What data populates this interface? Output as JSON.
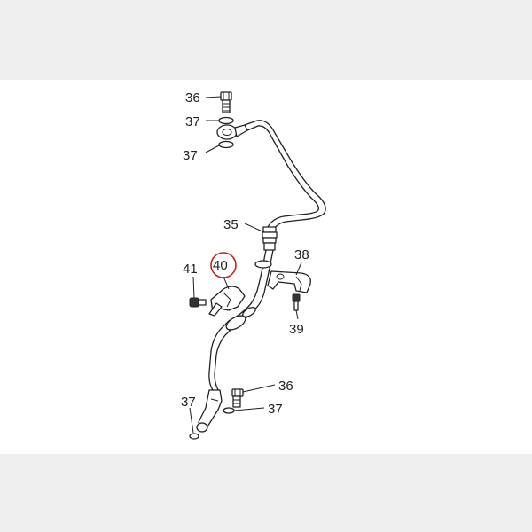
{
  "diagram": {
    "callouts": [
      {
        "id": "c36a",
        "label": "36"
      },
      {
        "id": "c37a",
        "label": "37"
      },
      {
        "id": "c37b",
        "label": "37"
      },
      {
        "id": "c35",
        "label": "35"
      },
      {
        "id": "c38",
        "label": "38"
      },
      {
        "id": "c41",
        "label": "41"
      },
      {
        "id": "c40",
        "label": "40"
      },
      {
        "id": "c39",
        "label": "39"
      },
      {
        "id": "c36b",
        "label": "36"
      },
      {
        "id": "c37c",
        "label": "37"
      },
      {
        "id": "c37d",
        "label": "37"
      }
    ],
    "highlight": {
      "callout": "c40",
      "color": "#cc2020"
    }
  }
}
